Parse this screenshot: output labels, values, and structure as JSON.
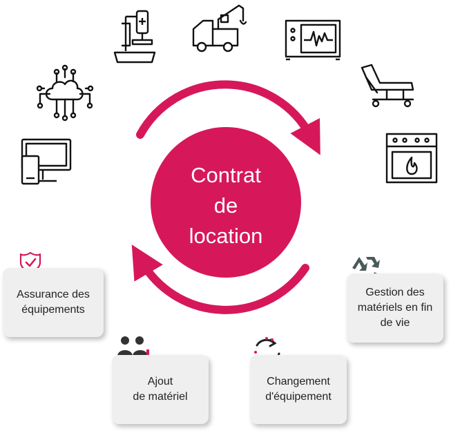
{
  "center": {
    "line1": "Contrat",
    "line2": "de",
    "line3": "location"
  },
  "colors": {
    "accent": "#d6185a",
    "card_bg": "#efefef",
    "icon_stroke": "#111111",
    "recycle": "#4a5a5a"
  },
  "equipment_icons": [
    "microscope-icon",
    "crane-truck-icon",
    "oscilloscope-icon",
    "hospital-bed-icon",
    "oven-icon",
    "computer-devices-icon",
    "cloud-network-icon"
  ],
  "services": [
    {
      "icon": "shield-hand-icon",
      "line1": "Assurance des",
      "line2": "équipements"
    },
    {
      "icon": "add-user-icon",
      "line1": "Ajout",
      "line2": "de matériel"
    },
    {
      "icon": "refresh-icon",
      "line1": "Changement",
      "line2": "d'équipement"
    },
    {
      "icon": "recycle-icon",
      "line1": "Gestion des",
      "line2": "matériels en fin",
      "line3": "de vie"
    }
  ]
}
